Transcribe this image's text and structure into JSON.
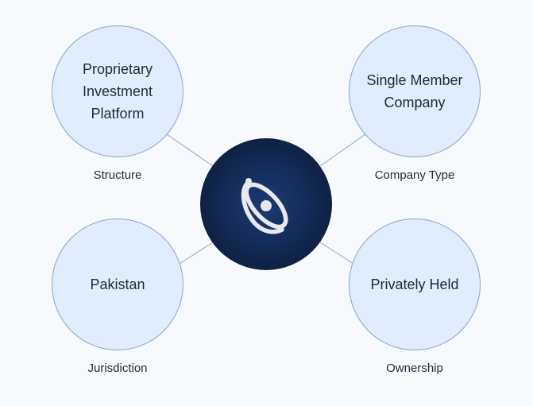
{
  "diagram": {
    "type": "hub-and-spoke",
    "hub": {
      "icon": "atom-icon"
    },
    "nodes": [
      {
        "id": "structure",
        "value": "Proprietary Investment Platform",
        "value_lines": [
          "Proprietary",
          "Investment",
          "Platform"
        ],
        "caption": "Structure"
      },
      {
        "id": "company-type",
        "value": "Single Member Company",
        "value_lines": [
          "Single Member",
          "Company"
        ],
        "caption": "Company Type"
      },
      {
        "id": "jurisdiction",
        "value": "Pakistan",
        "value_lines": [
          "Pakistan"
        ],
        "caption": "Jurisdiction"
      },
      {
        "id": "ownership",
        "value": "Privately Held",
        "value_lines": [
          "Privately Held"
        ],
        "caption": "Ownership"
      }
    ]
  },
  "colors": {
    "background": "#f7f9fc",
    "node_fill": "#e1edfc",
    "node_border": "#8aa5cf",
    "hub_fill": "#132b58",
    "connector": "#8aa5cf",
    "text": "#1e2a3b",
    "icon": "#e8e8ee"
  }
}
